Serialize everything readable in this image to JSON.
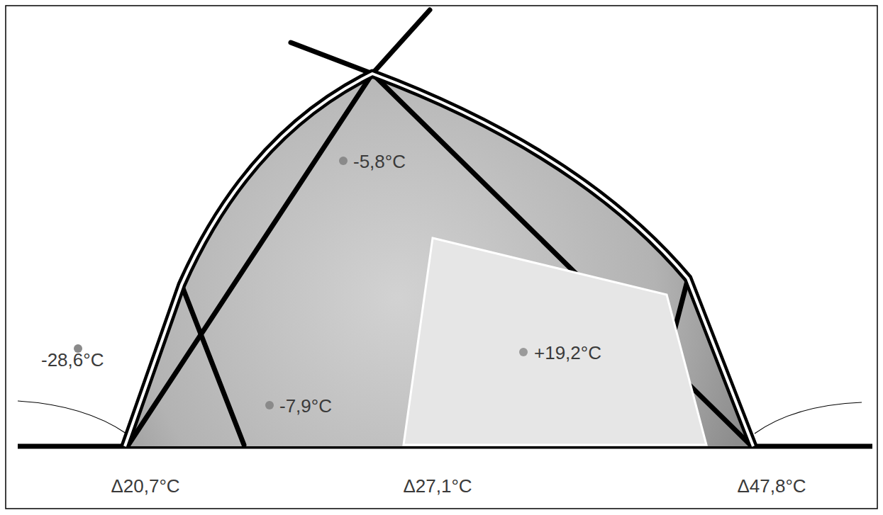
{
  "diagram": {
    "nodes": [
      {
        "text": [
          "-5,8°C",
          "-7,9°C"
        ]
      },
      {
        "text": [
          "+19,2°C"
        ],
        "in": 0
      }
    ],
    "labels": [
      "-28,6°C",
      "Δ20,7°C",
      "Δ27,1°C",
      "Δ47,8°C"
    ]
  }
}
